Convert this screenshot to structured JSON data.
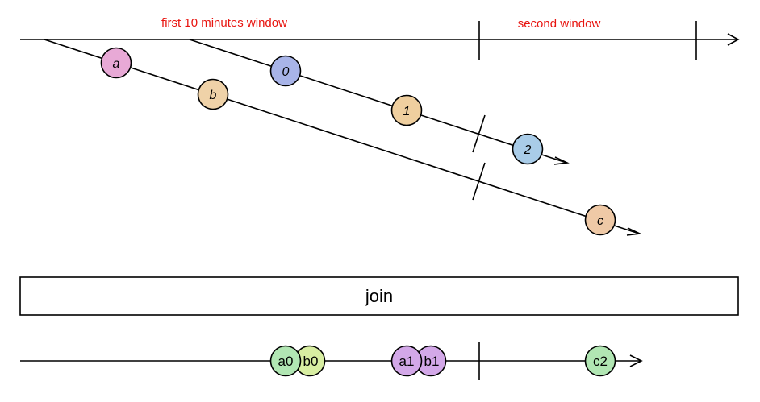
{
  "window_labels": {
    "first": "first 10 minutes window",
    "second": "second window"
  },
  "source_a": {
    "marbles": [
      {
        "label": "a",
        "color": "#e8a9d6"
      },
      {
        "label": "b",
        "color": "#efd2a8"
      },
      {
        "label": "c",
        "color": "#efc9a6"
      }
    ]
  },
  "source_b": {
    "marbles": [
      {
        "label": "0",
        "color": "#a8b4e8"
      },
      {
        "label": "1",
        "color": "#efcf9f"
      },
      {
        "label": "2",
        "color": "#a9cce8"
      }
    ]
  },
  "operator": {
    "label": "join"
  },
  "output": {
    "marbles": [
      {
        "label": "a0",
        "color": "#b1e6b3"
      },
      {
        "label": "b0",
        "color": "#d8eea2"
      },
      {
        "label": "a1",
        "color": "#d3a8e8"
      },
      {
        "label": "b1",
        "color": "#d3a8e8"
      },
      {
        "label": "c2",
        "color": "#b1e6b3"
      }
    ]
  }
}
